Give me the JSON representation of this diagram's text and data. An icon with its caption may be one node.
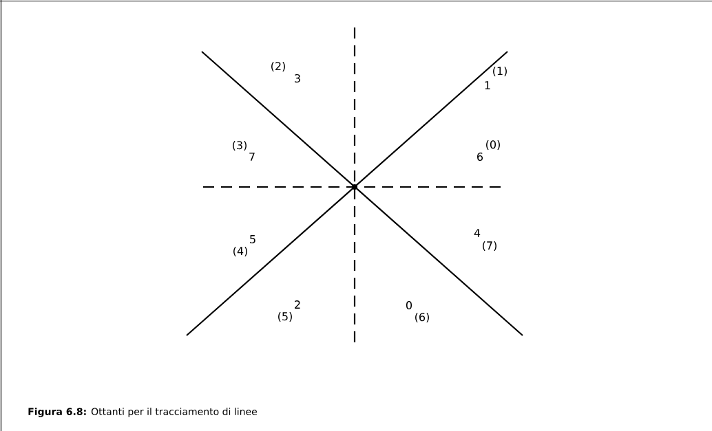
{
  "diagram": {
    "caption": "**Figura 6.8:** Ottanti per il tracciamento di linee",
    "labels": [
      "(2)",
      "3",
      "1",
      "(1)",
      "(3)",
      "7",
      "6",
      "(0)",
      "5",
      "(4)",
      "4",
      "(7)",
      "2",
      "(5)",
      "0",
      "(6)"
    ]
  }
}
